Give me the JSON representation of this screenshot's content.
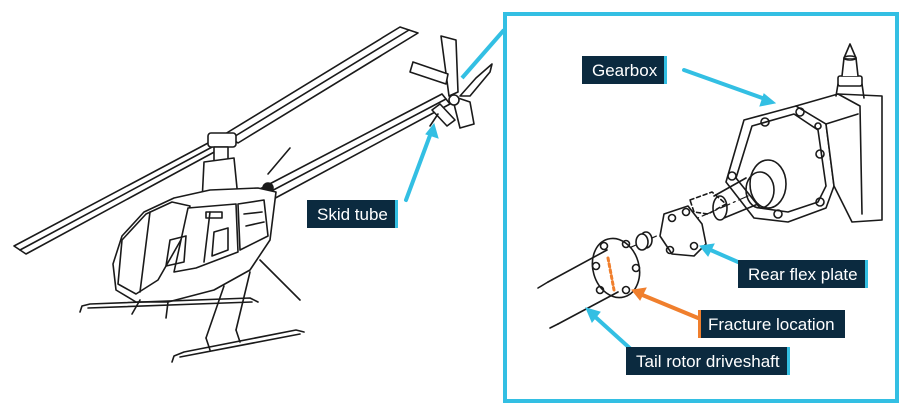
{
  "labels": {
    "gearbox": "Gearbox",
    "skid_tube": "Skid tube",
    "rear_flex_plate": "Rear flex plate",
    "fracture_location": "Fracture location",
    "tail_rotor_driveshaft": "Tail rotor driveshaft"
  },
  "colors": {
    "callout": "#33bfe3",
    "fracture": "#f07f2d",
    "label_bg": "#0b2a3f",
    "line": "#1a1a1a"
  },
  "icons": {
    "helicopter": "helicopter-line-drawing",
    "assembly": "tail-rotor-drive-assembly"
  }
}
